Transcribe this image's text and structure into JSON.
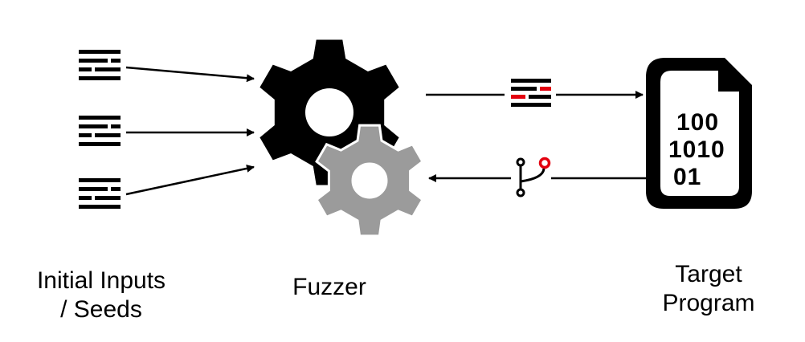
{
  "labels": {
    "seeds": {
      "line1": "Initial Inputs",
      "line2": "/ Seeds"
    },
    "fuzzer": "Fuzzer",
    "target": {
      "line1": "Target",
      "line2": "Program"
    }
  },
  "target_doc": {
    "binary_rows": [
      "100",
      "1010",
      "01"
    ]
  },
  "colors": {
    "ink": "#000000",
    "mutation_red": "#e3000f",
    "secondary_gear": "#9b9b9b",
    "background": "#ffffff"
  },
  "icons": {
    "seed": "text-lines-icon",
    "primary_gear": "gear-icon",
    "secondary_gear": "gear-icon",
    "mutated_input": "text-lines-icon",
    "coverage_feedback": "branch-icon",
    "target": "binary-document-icon"
  }
}
